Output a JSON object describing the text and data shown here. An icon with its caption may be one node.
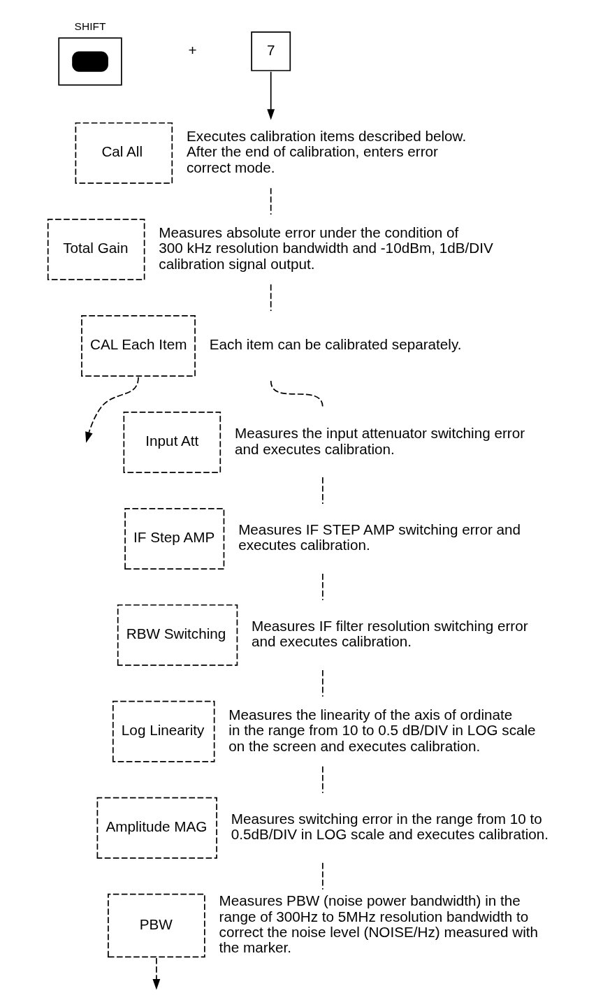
{
  "diagram": {
    "nodes": [
      {
        "text": [
          "SHIFT"
        ]
      },
      {
        "text": [
          "7"
        ]
      },
      {
        "text": [
          "Cal All"
        ],
        "beside": [
          "Executes calibration items described below. After the end of calibration, enters error correct mode."
        ]
      },
      {
        "text": [
          "Total Gain"
        ],
        "beside": [
          "Measures absolute error under the condition of 300 kHz resolution bandwidth and -10dBm, 1dB/DIV calibration signal output."
        ]
      },
      {
        "text": [
          "CAL Each Item"
        ],
        "beside": [
          "Each item can be calibrated separately."
        ]
      },
      {
        "text": [
          "Input Att"
        ],
        "beside": [
          "Measures the input attenuator switching error and executes calibration."
        ]
      },
      {
        "text": [
          "IF Step AMP"
        ],
        "beside": [
          "Measures IF STEP AMP switching error and executes calibration."
        ]
      },
      {
        "text": [
          "RBW Switching"
        ],
        "beside": [
          "Measures IF filter resolution switching error and executes calibration."
        ]
      },
      {
        "text": [
          "Log Linearity"
        ],
        "beside": [
          "Measures the linearity of the axis of ordinate in the range from 10 to 0.5 dB/DIV in LOG scale on the screen and executes calibration."
        ]
      },
      {
        "text": [
          "Amplitude MAG"
        ],
        "beside": [
          "Measures switching error in the range from 10 to 0.5dB/DIV in LOG scale and executes calibration."
        ]
      },
      {
        "text": [
          "PBW"
        ],
        "beside": [
          "Measures PBW (noise power bandwidth) in the range of 300Hz to 5MHz resolution bandwidth to correct the noise level (NOISE/Hz) measured with the marker."
        ]
      }
    ],
    "edges": [
      {
        "from": 1,
        "to": 2,
        "arrow": "to"
      },
      {
        "from": 2,
        "to": 3,
        "arrow": "none",
        "style": "dashed"
      },
      {
        "from": 3,
        "to": 4,
        "arrow": "none",
        "style": "dashed"
      },
      {
        "from": 4,
        "to": null,
        "arrow": "to",
        "style": "dashed"
      },
      {
        "from": 4,
        "to": 5,
        "arrow": "none",
        "style": "dashed"
      },
      {
        "from": 5,
        "to": 6,
        "arrow": "none",
        "style": "dashed"
      },
      {
        "from": 6,
        "to": 7,
        "arrow": "none",
        "style": "dashed"
      },
      {
        "from": 7,
        "to": 8,
        "arrow": "none",
        "style": "dashed"
      },
      {
        "from": 8,
        "to": 9,
        "arrow": "none",
        "style": "dashed"
      },
      {
        "from": 9,
        "to": 10,
        "arrow": "none",
        "style": "dashed"
      },
      {
        "from": 10,
        "to": null,
        "arrow": "to",
        "style": "dashed"
      }
    ],
    "labels": [
      "+"
    ]
  }
}
